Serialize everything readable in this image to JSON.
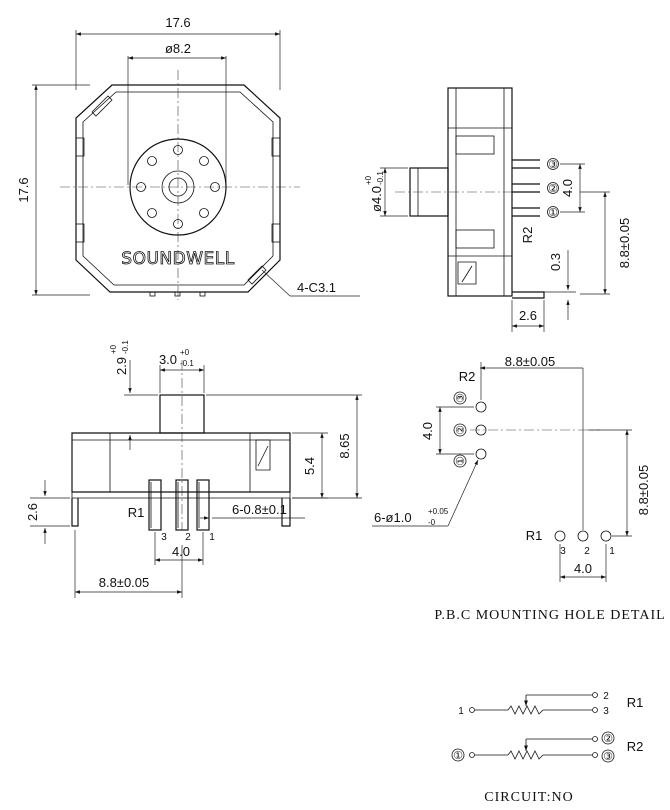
{
  "top_view": {
    "width_dim": "17.6",
    "height_dim": "17.6",
    "shaft_dia_dim": "ø8.2",
    "chamfer_dim": "4-C3.1",
    "brand": "SOUNDWELL"
  },
  "side_view_right": {
    "shaft_dia_main": "ø4.0",
    "shaft_dia_tol_plus": "+0",
    "shaft_dia_tol_minus": "-0.1",
    "pin_labels": [
      "③",
      "②",
      "①"
    ],
    "pitch_dim": "4.0",
    "rotor_label": "R2",
    "offset_dim": "0.3",
    "pcb_dim": "8.8±0.05",
    "foot_dim": "2.6"
  },
  "front_view": {
    "flat_height_main": "2.9",
    "flat_height_tol_plus": "+0",
    "flat_height_tol_minus": "-0.1",
    "flat_width_main": "3.0",
    "flat_width_tol_plus": "+0",
    "flat_width_tol_minus": "-0.1",
    "body_height_dim": "5.4",
    "total_height_dim": "8.65",
    "foot_dim": "2.6",
    "pin_width_dim": "6-0.8±0.1",
    "rotor_label": "R1",
    "pin_numbers": [
      "3",
      "2",
      "1"
    ],
    "pitch_dim": "4.0",
    "span_dim": "8.8±0.05"
  },
  "pcb_detail": {
    "r2_label": "R2",
    "r2_pins": [
      "③",
      "②",
      "①"
    ],
    "pitch_dim_vertical": "4.0",
    "top_span_dim": "8.8±0.05",
    "right_span_dim": "8.8±0.05",
    "hole_dim_main": "6-ø1.0",
    "hole_dim_tol_plus": "+0.05",
    "hole_dim_tol_minus": "-0",
    "r1_label": "R1",
    "r1_pins": [
      "3",
      "2",
      "1"
    ],
    "pitch_dim_horizontal": "4.0",
    "caption": "P.B.C MOUNTING HOLE DETAIL"
  },
  "circuit": {
    "r1": {
      "in": "1",
      "out_top": "2",
      "out_bottom": "3",
      "label": "R1"
    },
    "r2": {
      "in": "①",
      "out_top": "②",
      "out_bottom": "③",
      "label": "R2"
    },
    "caption": "CIRCUIT:NO"
  }
}
